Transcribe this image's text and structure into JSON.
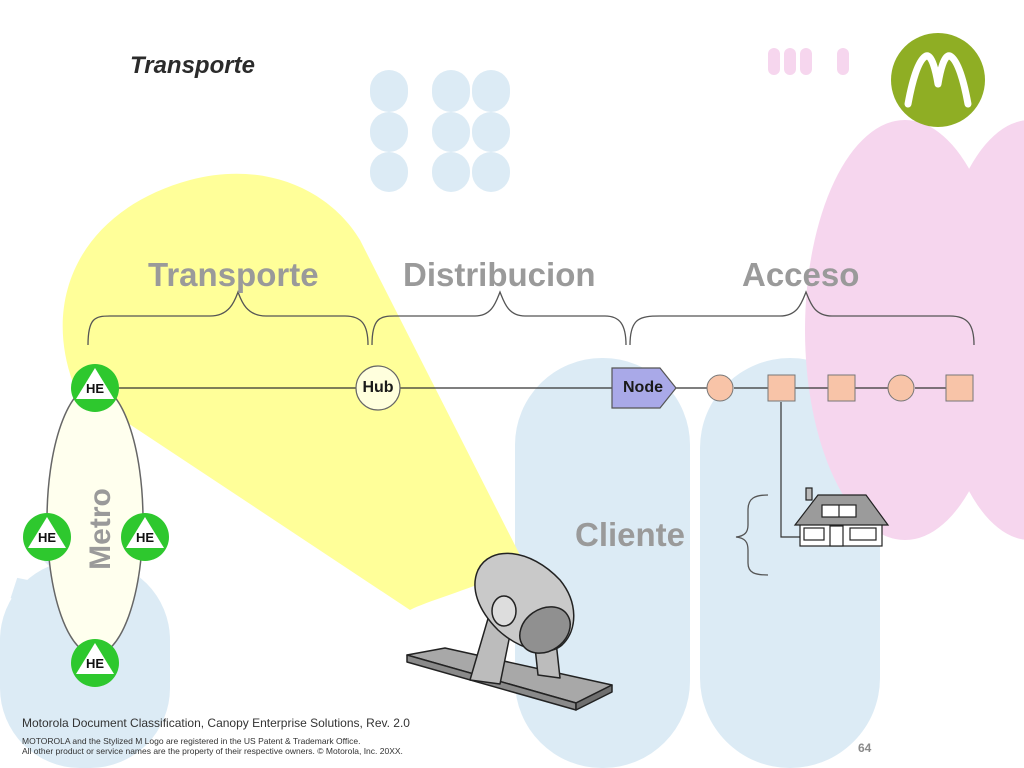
{
  "header": {
    "title": "Transporte",
    "logo_icon": "motorola-batwing-logo-icon",
    "logo_color": "#8fae24"
  },
  "sections": {
    "transporte": "Transporte",
    "distribucion": "Distribucion",
    "acceso": "Acceso",
    "cliente": "Cliente",
    "metro": "Metro"
  },
  "network": {
    "headend_label": "HE",
    "hub_label": "Hub",
    "node_label": "Node",
    "headend_color": "#2ec82e",
    "node_color": "#a9a9e8",
    "tap_color": "#f8c4a8"
  },
  "footer": {
    "classification": "Motorola Document Classification, Canopy Enterprise Solutions, Rev. 2.0",
    "trademark_line1": "MOTOROLA and the Stylized M Logo are registered in the US Patent & Trademark Office.",
    "trademark_line2": "All other product or service names are the property of their respective owners. © Motorola, Inc. 20XX.",
    "page_number": "64"
  },
  "colors": {
    "beam": "#ffff99",
    "bg_blue": "#dcebf5",
    "bg_pink": "#f6d6ee"
  }
}
